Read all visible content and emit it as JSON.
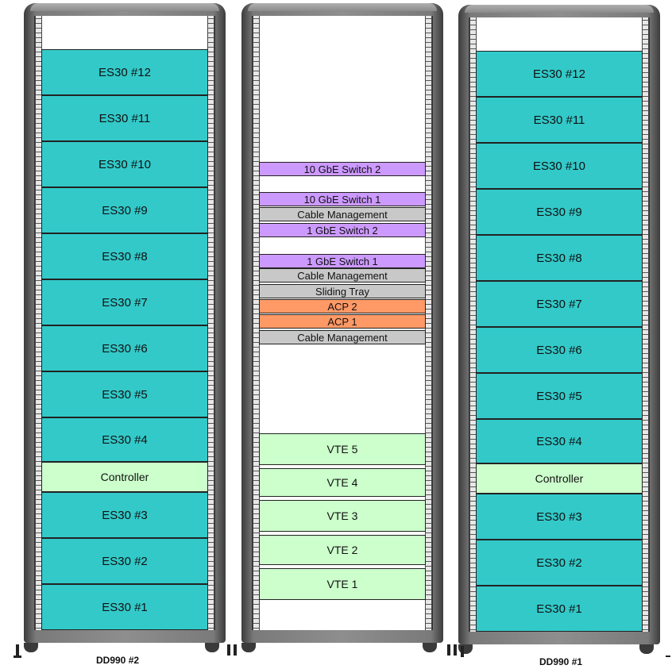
{
  "racks": {
    "left": {
      "label": "DD990 #2",
      "units": [
        "ES30 #12",
        "ES30 #11",
        "ES30 #10",
        "ES30 #9",
        "ES30 #8",
        "ES30 #7",
        "ES30 #6",
        "ES30 #5",
        "ES30 #4",
        "Controller",
        "ES30 #3",
        "ES30 #2",
        "ES30 #1"
      ]
    },
    "middle": {
      "units": [
        "10 GbE Switch 2",
        "10 GbE Switch 1",
        "Cable Management",
        "1 GbE Switch 2",
        "1 GbE Switch 1",
        "Cable Management",
        "Sliding Tray",
        "ACP 2",
        "ACP 1",
        "Cable Management",
        "VTE 5",
        "VTE 4",
        "VTE 3",
        "VTE 2",
        "VTE 1"
      ]
    },
    "right": {
      "label": "DD990 #1",
      "units": [
        "ES30 #12",
        "ES30 #11",
        "ES30 #10",
        "ES30 #9",
        "ES30 #8",
        "ES30 #7",
        "ES30 #6",
        "ES30 #5",
        "ES30 #4",
        "Controller",
        "ES30 #3",
        "ES30 #2",
        "ES30 #1"
      ]
    }
  },
  "colors": {
    "es30": "#33c9c9",
    "controller": "#ccffcc",
    "vte": "#ccffcc",
    "switch": "#cc99ff",
    "cable_management": "#c8c8c8",
    "acp": "#ff9966"
  }
}
